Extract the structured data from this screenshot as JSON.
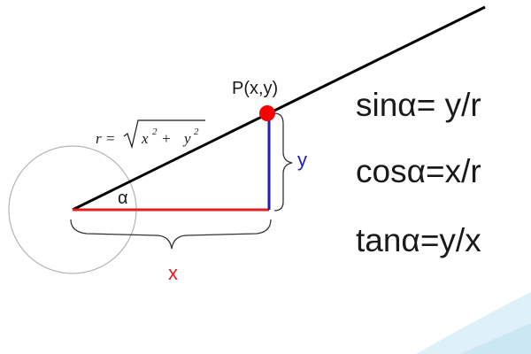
{
  "diagram": {
    "point_label": "P(x,y)",
    "angle_label": "α",
    "x_label": "x",
    "y_label": "y",
    "radius_formula": {
      "lhs": "r = ",
      "x_term": "x",
      "exp_x": "2",
      "plus": " + ",
      "y_term": "y",
      "exp_y": "2"
    },
    "equations": {
      "sin": "sinα= y/r",
      "cos": "cosα=x/r",
      "tan": "tanα=y/x"
    },
    "colors": {
      "ray": "#000000",
      "x_segment": "#e31e24",
      "y_segment": "#1f1fb4",
      "point": "#ff0000",
      "x_label": "#e31e24",
      "y_label": "#1f1fb4",
      "circle": "#b5b5b5",
      "brace": "#333333",
      "text": "#1a1a1a",
      "corner_accent": "#d6eef6"
    }
  }
}
